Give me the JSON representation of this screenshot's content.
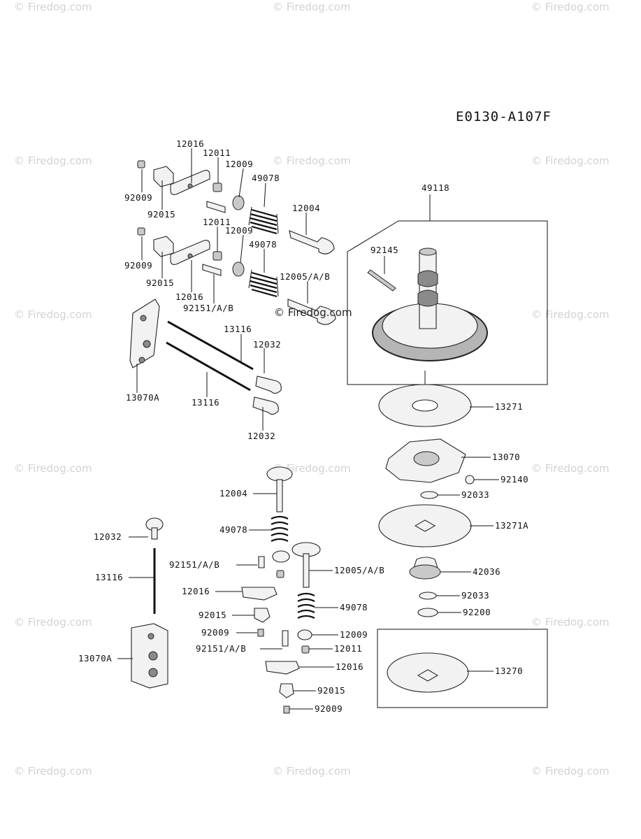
{
  "diagram_code": "E0130-A107F",
  "watermark_text": "© Firedog.com",
  "center_watermark_text": "© Firedog.com",
  "labels": {
    "upper_left": [
      "12016",
      "12011",
      "12009",
      "49078",
      "92009",
      "92015",
      "12004",
      "12011",
      "12009",
      "49078",
      "92009",
      "92015",
      "12016",
      "92151/A/B",
      "12005/A/B",
      "13116",
      "12032",
      "13070A",
      "13116",
      "12032"
    ],
    "right": [
      "49118",
      "92145",
      "13271",
      "13070",
      "92140",
      "92033",
      "13271A",
      "42036",
      "92033",
      "92200",
      "13270"
    ],
    "lower_left": [
      "12004",
      "49078",
      "12032",
      "92151/A/B",
      "12005/A/B",
      "13116",
      "12016",
      "92015",
      "49078",
      "92009",
      "12009",
      "92151/A/B",
      "12011",
      "13070A",
      "12016",
      "92015",
      "92009"
    ]
  }
}
